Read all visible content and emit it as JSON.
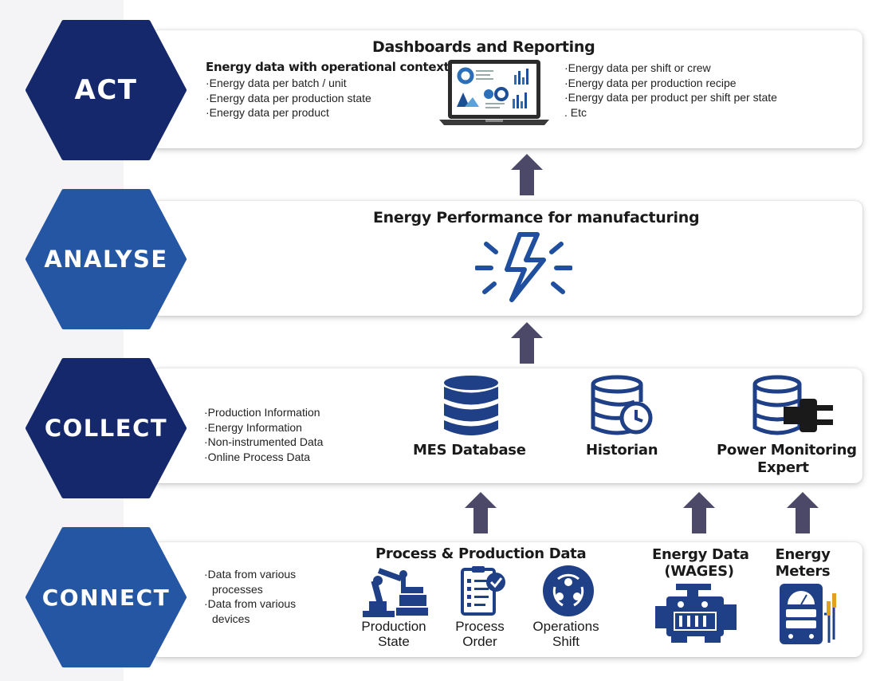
{
  "layers": [
    {
      "name": "ACT",
      "color": "#15286b"
    },
    {
      "name": "ANALYSE",
      "color": "#2456a4"
    },
    {
      "name": "COLLECT",
      "color": "#15286b"
    },
    {
      "name": "CONNECT",
      "color": "#2456a4"
    }
  ],
  "act": {
    "title": "Dashboards and Reporting",
    "context_heading": "Energy data with operational context",
    "left_items": [
      "Energy data per batch / unit",
      "Energy data per production state",
      "Energy data per product"
    ],
    "right_items": [
      "Energy data per shift or crew",
      "Energy data per production recipe",
      "Energy data per product per shift per state"
    ],
    "right_extra": ". Etc",
    "icon": "laptop-dashboard-icon"
  },
  "analyse": {
    "title": "Energy Performance for manufacturing",
    "icon": "lightning-bolt-icon"
  },
  "collect": {
    "items": [
      "Production Information",
      "Energy Information",
      "Non-instrumented Data",
      "Online Process Data"
    ],
    "mes": "MES Database",
    "historian": "Historian",
    "pme_line1": "Power Monitoring",
    "pme_line2": "Expert"
  },
  "connect": {
    "items": [
      {
        "line1": "Data from various",
        "line2": "processes"
      },
      {
        "line1": "Data from various",
        "line2": "devices"
      }
    ],
    "process_title": "Process & Production Data",
    "production_state": [
      "Production",
      "State"
    ],
    "process_order": [
      "Process",
      "Order"
    ],
    "operations_shift": [
      "Operations",
      "Shift"
    ],
    "energy_data": [
      "Energy Data",
      "(WAGES)"
    ],
    "energy_meters": [
      "Energy",
      "Meters"
    ]
  },
  "colors": {
    "navy": "#15286b",
    "blue": "#2456a4",
    "arrow": "#4b4868",
    "icon": "#1f3f86"
  }
}
